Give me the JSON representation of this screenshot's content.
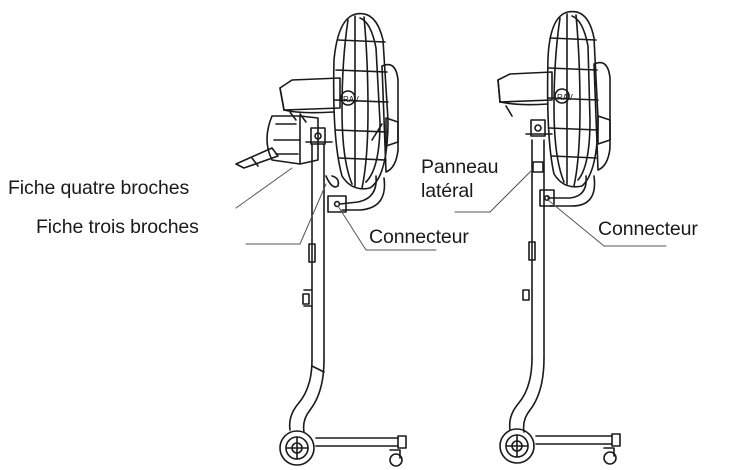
{
  "diagram": {
    "labels": {
      "four_pin_plug": "Fiche quatre broches",
      "three_pin_plug": "Fiche trois broches",
      "connector_left": "Connecteur",
      "side_panel_line1": "Panneau",
      "side_panel_line2": "latéral",
      "connector_right": "Connecteur"
    },
    "colors": {
      "line": "#1a1a1a",
      "leader": "#555555",
      "background": "#ffffff"
    }
  }
}
